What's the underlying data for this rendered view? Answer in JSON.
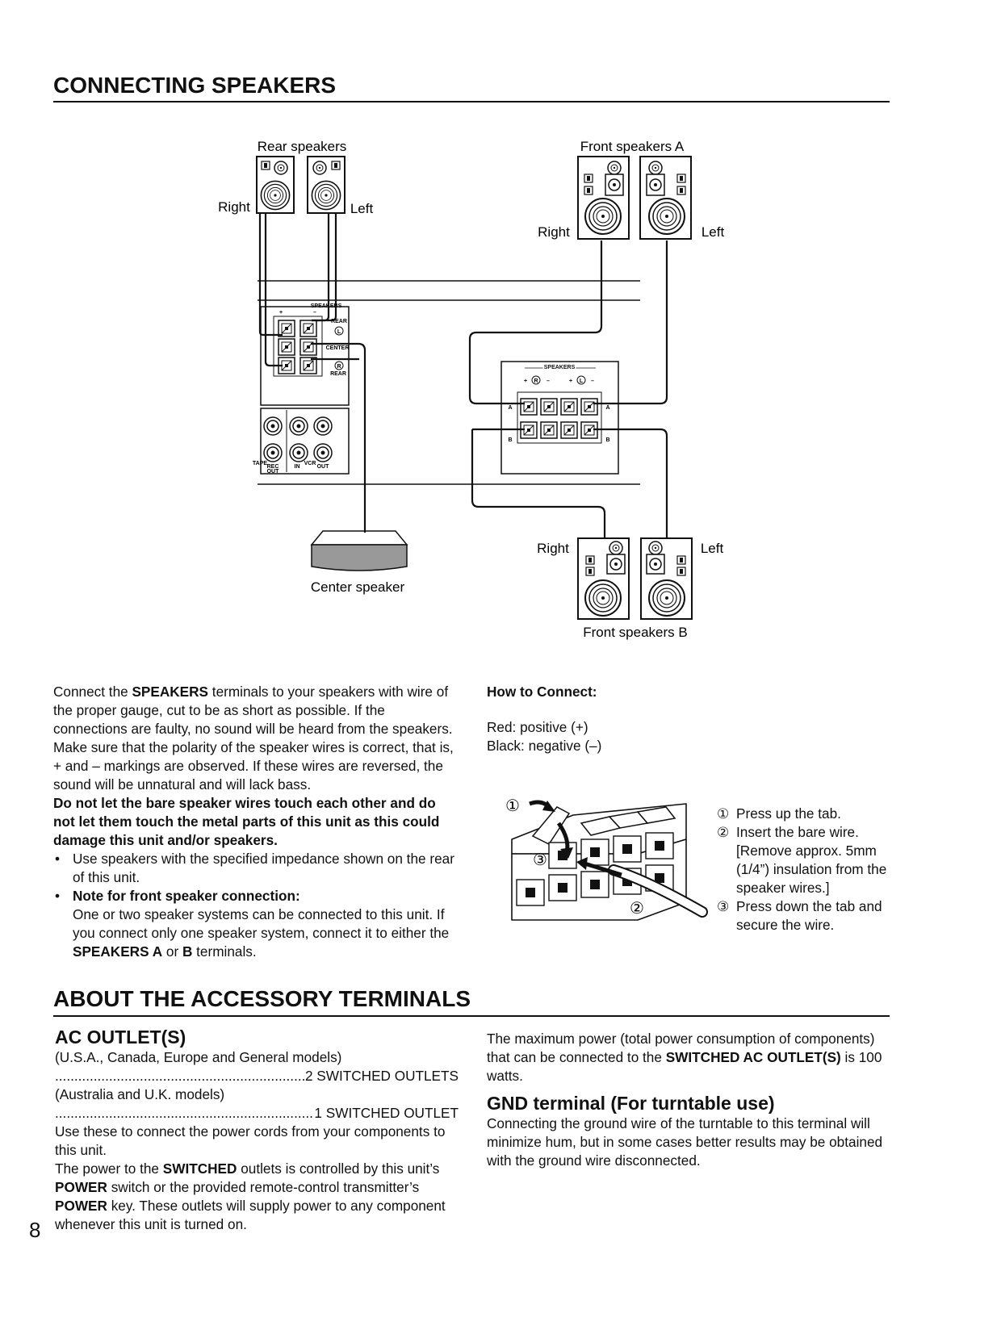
{
  "section1": {
    "title": "CONNECTING SPEAKERS"
  },
  "diagram": {
    "rear_speakers": "Rear  speakers",
    "front_a": "Front  speakers A",
    "front_b": "Front  speakers B",
    "center": "Center  speaker",
    "right": "Right",
    "left": "Left",
    "panel_left": {
      "speakers": "SPEAKERS",
      "plus": "+",
      "minus": "–",
      "rear1": "REAR",
      "l": "L",
      "center": "CENTER",
      "r": "R",
      "rear2": "REAR",
      "tape": "TAPE",
      "rec": "REC",
      "out1": "OUT",
      "vcr": "VCR",
      "in": "IN",
      "out2": "OUT"
    },
    "panel_right": {
      "speakers": "SPEAKERS",
      "polarity": "+ R –    + L –",
      "r": "R",
      "l": "L",
      "a": "A",
      "b": "B"
    }
  },
  "intro": {
    "t1": "Connect the ",
    "t1b": "SPEAKERS",
    "t1c": " terminals to your speakers with wire of the proper gauge, cut to be as short as possible.  If the connections are faulty, no sound will be heard from the speakers.  Make sure that the polarity of the speaker wires is correct, that is, + and – markings are observed.  If these wires are reversed, the sound will be unnatural and will lack bass.",
    "warning": "Do not let the bare speaker wires touch each other and do not let them touch the metal parts of this unit as this could damage this unit and/or speakers.",
    "bullet1": "Use speakers with the specified impedance shown on the rear of this unit.",
    "bullet2_title": "Note for front speaker connection:",
    "bullet2_text_a": "One or two speaker systems can be connected to this unit. If you connect only one speaker system, connect it to either the ",
    "bullet2_b1": "SPEAKERS A",
    "bullet2_or": " or ",
    "bullet2_b2": "B",
    "bullet2_end": " terminals.",
    "bullet_mark": "•"
  },
  "how": {
    "title": "How to Connect:",
    "red": "Red: positive (+)",
    "black": "Black: negative (–)",
    "n1": "①",
    "n2": "②",
    "n3": "③",
    "steps": [
      {
        "num": "①",
        "text": "Press up the tab."
      },
      {
        "num": "②",
        "text": "Insert the bare wire. [Remove approx. 5mm (1/4”) insulation from the speaker wires.]"
      },
      {
        "num": "③",
        "text": "Press down the tab and secure the wire."
      }
    ]
  },
  "section2": {
    "title": "ABOUT THE ACCESSORY TERMINALS"
  },
  "ac": {
    "title": "AC OUTLET(S)",
    "m1": "(U.S.A., Canada, Europe and General models)",
    "m1v": "2 SWITCHED OUTLETS",
    "m2": "(Australia and U.K. models)",
    "m2v": " 1 SWITCHED OUTLET",
    "p1": "Use these to connect the power cords from your components to this unit.",
    "p2a": "The power to the ",
    "p2b": "SWITCHED",
    "p2c": " outlets is controlled by this unit’s ",
    "p2d": "POWER",
    "p2e": " switch or the provided remote-control transmitter’s ",
    "p2f": "POWER",
    "p2g": " key.  These outlets will supply power to any component whenever this unit is turned on."
  },
  "max": {
    "a": "The maximum power (total power consumption of components) that can be connected to the ",
    "b": "SWITCHED AC OUTLET(S)",
    "c": " is 100 watts."
  },
  "gnd": {
    "title": "GND terminal (For turntable use)",
    "text": "Connecting the ground wire of the turntable to this terminal will minimize hum, but in some cases better results may be obtained with the ground wire disconnected."
  },
  "page_number": "8"
}
